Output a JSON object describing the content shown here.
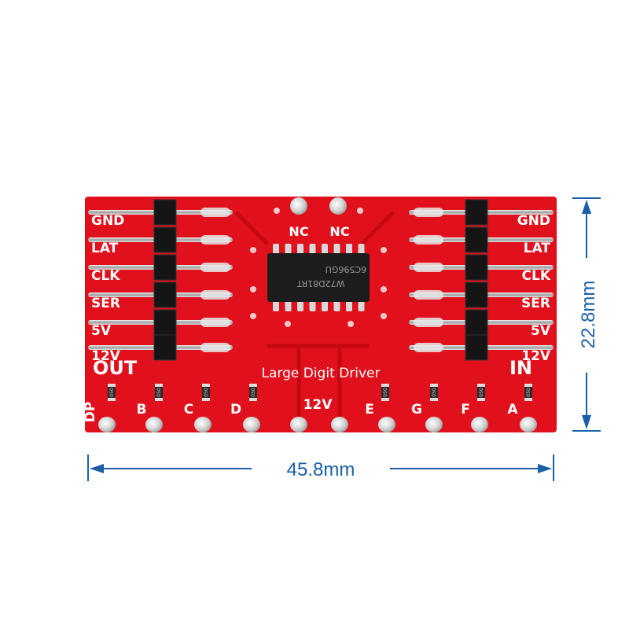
{
  "board": {
    "title": "Large Digit Driver",
    "left_header_labels": [
      "GND",
      "LAT",
      "CLK",
      "SER",
      "5V",
      "12V"
    ],
    "right_header_labels": [
      "GND",
      "LAT",
      "CLK",
      "SER",
      "5V",
      "12V"
    ],
    "out_label": "OUT",
    "in_label": "IN",
    "nc_labels": [
      "NC",
      "NC"
    ],
    "chip_marking": [
      "6C596GU",
      "W72D81RT"
    ],
    "bottom_pads": [
      "DP",
      "B",
      "C",
      "D",
      "12V",
      "E",
      "G",
      "F",
      "A"
    ],
    "resistor_marking": "050",
    "pcb_color": "#e0101c",
    "silk_color": "#ffffff"
  },
  "dimensions": {
    "width_label": "45.8mm",
    "height_label": "22.8mm",
    "line_color": "#1b5fa8"
  }
}
